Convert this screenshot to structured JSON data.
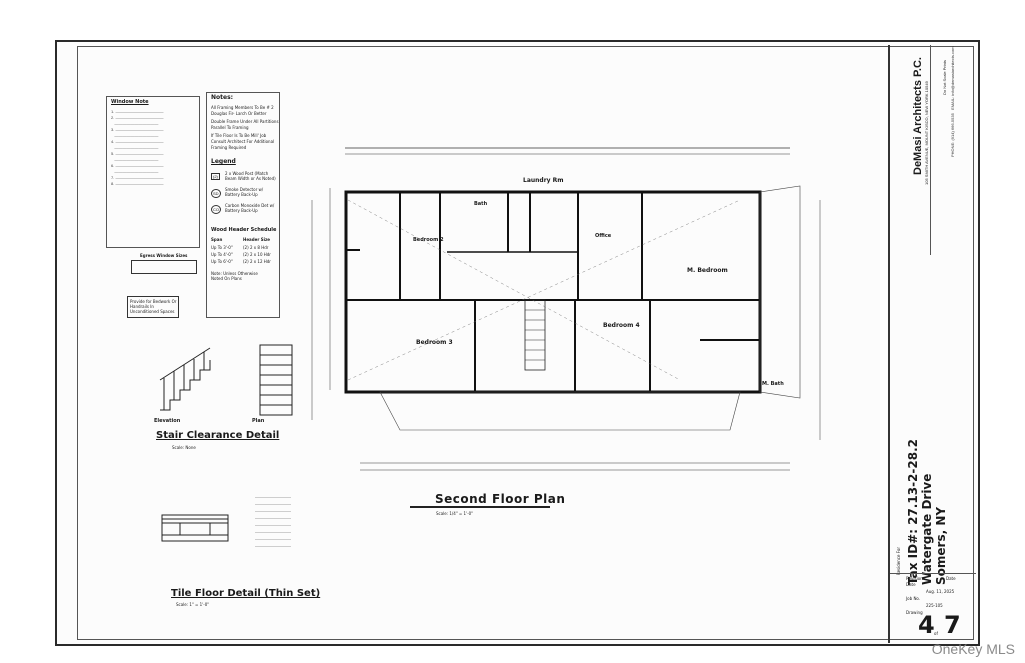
{
  "watermark": "OneKey MLS",
  "sheet": {
    "window_notes_title": "Window Note",
    "notes_title": "Notes:",
    "notes": [
      "All Framing Members To Be # 2",
      "Douglas Fir- Larch Or Better",
      "Double Frame Under All Partitions",
      "Parallel To Framing",
      "If Tile Floor Is To Be Mill' Job",
      "Consult Architect For Additional",
      "Framing Required"
    ],
    "legend_title": "Legend",
    "legend": [
      {
        "symbol": "(2)",
        "text": "2 x Wood Post (Match Beam Width or As Noted)"
      },
      {
        "symbol": "SD",
        "text": "Smoke Detector w/ Battery Back-Up"
      },
      {
        "symbol": "CO",
        "text": "Carbon Monoxide Det w/ Battery Back-Up"
      }
    ],
    "header_schedule_title": "Wood Header Schedule",
    "header_schedule_columns": [
      "Span",
      "Header Size"
    ],
    "header_schedule_rows": [
      [
        "Up To 3'-0\"",
        "(2) 2 x 8 Hdr"
      ],
      [
        "Up To 4'-0\"",
        "(2) 2 x 10 Hdr"
      ],
      [
        "Up To 6'-0\"",
        "(2) 2 x 12 Hdr"
      ]
    ],
    "header_note": "Note: Unless Otherwise Noted On Plans",
    "egress_title": "Egress Window Sizes",
    "blocking_note": "Provide for Bedwork Or Handrails In Unconditioned Spaces",
    "stair_elevation": "Elevation",
    "stair_plan": "Plan",
    "stair_title": "Stair Clearance Detail",
    "stair_scale": "Scale: None",
    "tile_title": "Tile Floor Detail (Thin Set)",
    "tile_scale": "Scale: 1\" = 1'-0\"",
    "plan_title": "Second Floor Plan",
    "plan_scale": "Scale: 1/4\" = 1'-0\"",
    "rooms": {
      "laundry": "Laundry Rm",
      "bath": "Bath",
      "bedroom2": "Bedroom 2",
      "office": "Office",
      "m_bedroom": "M. Bedroom",
      "bedroom3": "Bedroom 3",
      "bedroom4": "Bedroom 4",
      "m_bath": "M. Bath"
    }
  },
  "titleblock": {
    "firm": "DeMasi Architects P.C.",
    "address": "105 SMITH AVENUE, MOUNT KISCO, NEW YORK 10549",
    "do_not_scale": "Do Not Scale Prints",
    "residence_for": "Residence For",
    "tax_id": "Tax ID#: 27.13-2-28.2",
    "street": "Watergate Drive",
    "city": "Somers, NY",
    "revision_label": "Revision",
    "date_label": "Date",
    "date_value": "Aug. 11, 2025",
    "job_label": "Job No.",
    "job_value": "225-105",
    "drawing_label": "Drawing",
    "drawing_number": "4",
    "drawing_of": "of",
    "drawing_total": "7"
  }
}
